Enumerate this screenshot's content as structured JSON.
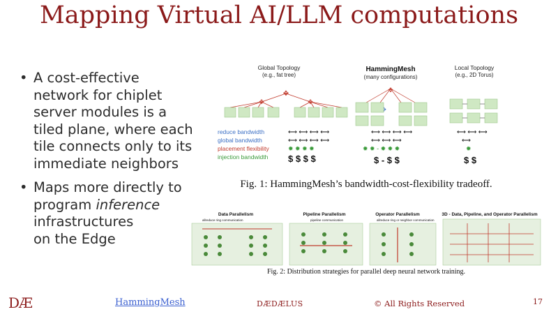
{
  "title": "Mapping Virtual AI/LLM computations",
  "bullets": [
    {
      "line1": "A cost-effective",
      "line2": "network for chiplet",
      "line3": "server modules is a",
      "line4": "tiled plane, where each",
      "line5": "tile connects only to its",
      "line6": "immediate neighbors"
    },
    {
      "pre": "Maps more directly to",
      "mid_pre": "program ",
      "emph": "inference",
      "line3": "infrastructures",
      "line4": "on the Edge"
    }
  ],
  "fig1": {
    "global_title": "Global Topology",
    "global_sub": "(e.g., fat tree)",
    "hm_title": "HammingMesh",
    "hm_sub": "(many configurations)",
    "local_title": "Local Topology",
    "local_sub": "(e.g., 2D Torus)",
    "legend": [
      {
        "text": "reduce bandwidth",
        "color": "#3b6fc4"
      },
      {
        "text": "global bandwidth",
        "color": "#3b6fc4"
      },
      {
        "text": "placement flexibility",
        "color": "#c0392b"
      },
      {
        "text": "injection bandwidth",
        "color": "#3a9a3a"
      }
    ],
    "cost_global": "$ $ $ $",
    "cost_hm": "$ - $ $",
    "cost_local": "$ $",
    "caption": "Fig. 1: HammingMesh’s bandwidth-cost-flexibility tradeoff."
  },
  "fig2": {
    "panels": [
      "Data Parallelism",
      "Pipeline Parallelism",
      "Operator Parallelism",
      "3D - Data, Pipeline, and Operator Parallelism"
    ],
    "sub_allreduce_ring": "allreduce ring communication",
    "sub_pipeline": "pipeline communication",
    "sub_allreduce_neighbor": "allreduce ring or neighbor communication",
    "caption": "Fig. 2: Distribution strategies for parallel deep neural network training."
  },
  "footer": {
    "logo": "DÆ",
    "link": "HammingMesh",
    "brand": "DÆDÆLUS",
    "copyright": "© All Rights Reserved",
    "page": "17"
  },
  "colors": {
    "title": "#8b1a1a",
    "box_fill": "#cfe8c3",
    "red": "#c0392b",
    "blue": "#3b6fc4",
    "green": "#3a9a3a"
  }
}
